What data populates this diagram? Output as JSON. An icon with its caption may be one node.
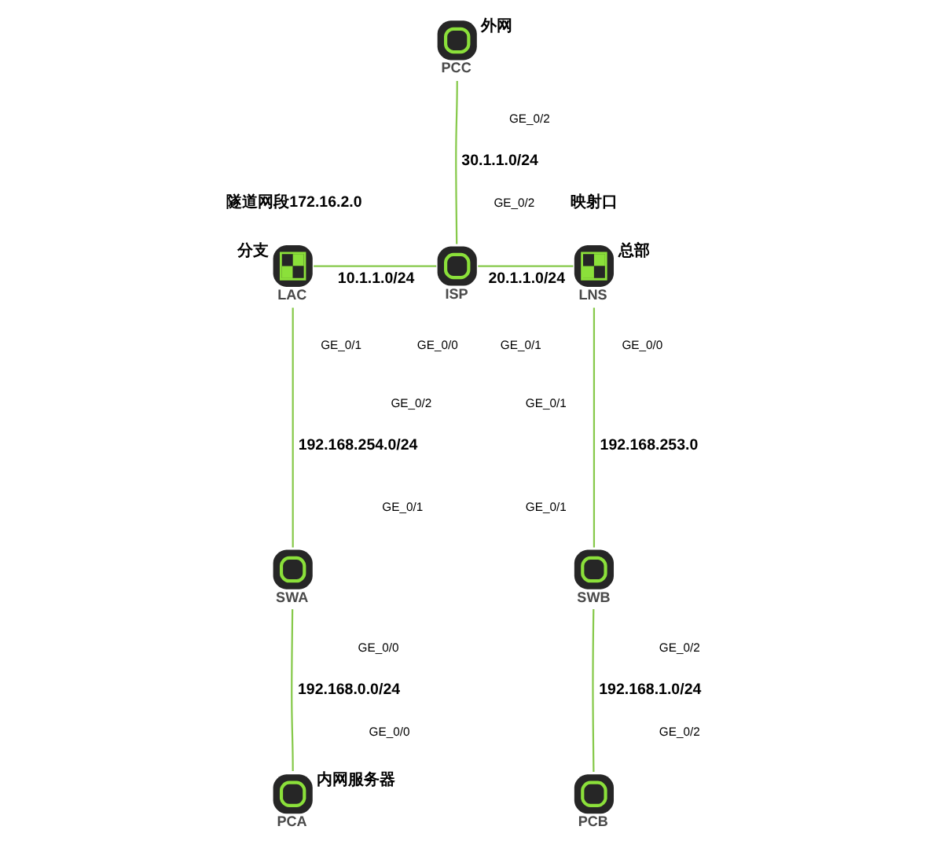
{
  "diagram": {
    "nodes": [
      {
        "text": [
          "PCC"
        ],
        "beside": [
          "外网"
        ]
      },
      {
        "text": [
          "LAC"
        ],
        "beside": [
          "分支"
        ]
      },
      {
        "text": [
          "ISP"
        ]
      },
      {
        "text": [
          "LNS"
        ],
        "beside": [
          "总部"
        ]
      },
      {
        "text": [
          "SWA"
        ]
      },
      {
        "text": [
          "SWB"
        ]
      },
      {
        "text": [
          "PCA"
        ],
        "beside": [
          "内网服务器"
        ]
      },
      {
        "text": [
          "PCB"
        ]
      }
    ],
    "edges": [
      {
        "from": 0,
        "to": 2,
        "arrow": "none",
        "label": "30.1.1.0/24"
      },
      {
        "from": 1,
        "to": 2,
        "arrow": "none",
        "label": "10.1.1.0/24"
      },
      {
        "from": 2,
        "to": 3,
        "arrow": "none",
        "label": "20.1.1.0/24"
      },
      {
        "from": 1,
        "to": 4,
        "arrow": "none",
        "label": "192.168.254.0/24"
      },
      {
        "from": 3,
        "to": 5,
        "arrow": "none",
        "label": "192.168.253.0"
      },
      {
        "from": 4,
        "to": 6,
        "arrow": "none",
        "label": "192.168.0.0/24"
      },
      {
        "from": 5,
        "to": 7,
        "arrow": "none",
        "label": "192.168.1.0/24"
      }
    ],
    "labels": [
      "隧道网段172.16.2.0",
      "GE_0/2",
      "GE_0/2",
      "映射口",
      "GE_0/1",
      "GE_0/0",
      "GE_0/1",
      "GE_0/0",
      "GE_0/2",
      "GE_0/1",
      "GE_0/1",
      "GE_0/1",
      "GE_0/0",
      "GE_0/2",
      "GE_0/0",
      "GE_0/2"
    ]
  }
}
